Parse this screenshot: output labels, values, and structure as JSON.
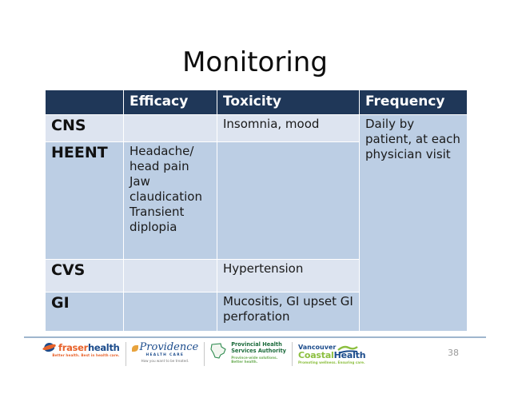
{
  "slide": {
    "title": "Monitoring",
    "page_number": "38"
  },
  "table": {
    "header_bg": "#1F3758",
    "row_light_bg": "#DDE4F0",
    "row_medium_bg": "#BCCEE4",
    "columns": [
      "",
      "Efficacy",
      "Toxicity",
      "Frequency"
    ],
    "headers": {
      "corner": "",
      "efficacy": "Efficacy",
      "toxicity": "Toxicity",
      "frequency": "Frequency"
    },
    "rows": [
      {
        "category": "CNS",
        "efficacy": "",
        "toxicity": "Insomnia, mood"
      },
      {
        "category": "HEENT",
        "efficacy": "Headache/ head pain Jaw claudication Transient diplopia",
        "toxicity": ""
      },
      {
        "category": "CVS",
        "efficacy": "",
        "toxicity": "Hypertension"
      },
      {
        "category": "GI",
        "efficacy": "",
        "toxicity": "Mucositis, GI upset GI perforation"
      }
    ],
    "frequency_merged_cell": "Daily by patient, at each physician visit"
  },
  "footer": {
    "logos": [
      {
        "name": "fraser-health",
        "word_part_1": "fraser",
        "word_part_2": "health",
        "tagline": "Better health. Best in health care.",
        "color_1": "#E8622A",
        "color_2": "#1C4C8C"
      },
      {
        "name": "providence-health-care",
        "word": "Providence",
        "subtitle": "HEALTH CARE",
        "tagline": "How you want to be treated.",
        "color": "#1C4C8C"
      },
      {
        "name": "provincial-health-services-authority",
        "line_1": "Provincial Health",
        "line_2": "Services Authority",
        "tagline_1": "Province-wide solutions.",
        "tagline_2": "Better health.",
        "color": "#1C6B3C"
      },
      {
        "name": "vancouver-coastal-health",
        "line_1": "Vancouver",
        "line_2_part_1": "Coastal",
        "line_2_part_2": "Health",
        "tagline": "Promoting wellness. Ensuring care.",
        "color_1": "#8CBF3F",
        "color_2": "#1C4C8C"
      }
    ]
  }
}
